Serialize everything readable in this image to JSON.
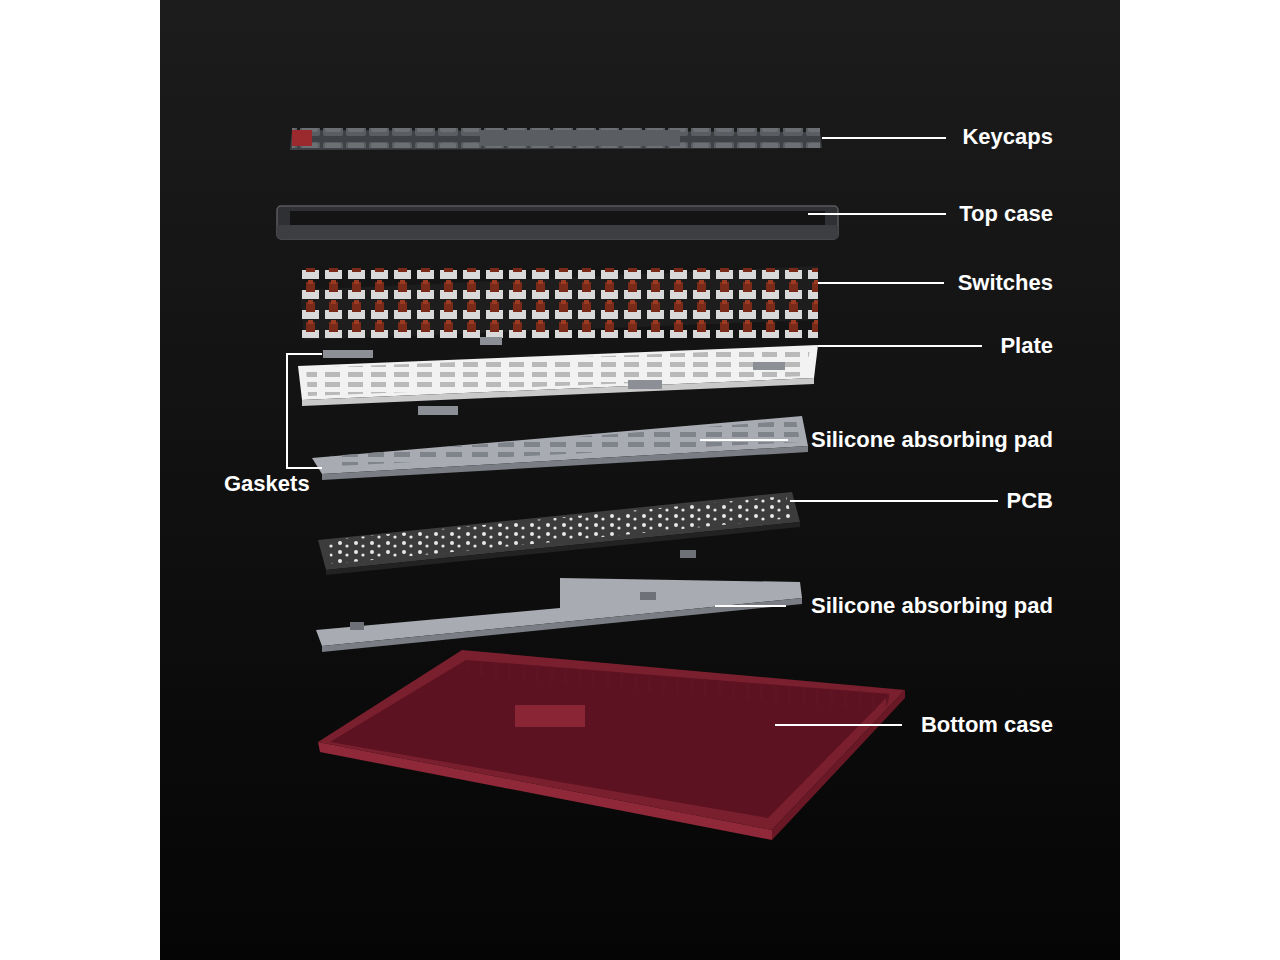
{
  "diagram": {
    "labels": [
      "Keycaps",
      "Top case",
      "Switches",
      "Plate",
      "Silicone absorbing pad",
      "Gaskets",
      "PCB",
      "Silicone absorbing pad",
      "Bottom case"
    ]
  }
}
